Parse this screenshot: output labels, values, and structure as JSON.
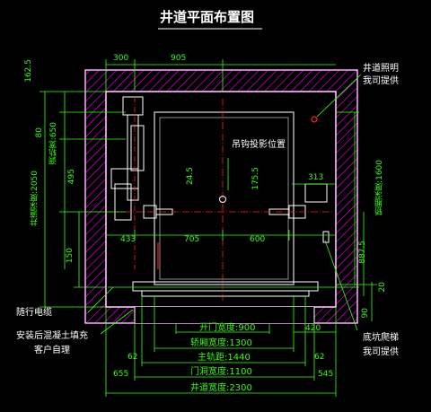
{
  "title": "井道平面布置图",
  "annotations": {
    "shaft_light": "井道照明",
    "shaft_light_sub": "我司提供",
    "hook_position": "吊钩投影位置",
    "traveling_cable": "随行电缆",
    "grout_fill": "安装后混凝土填充",
    "grout_fill_sub": "客户自理",
    "pit_ladder": "底坑爬梯",
    "pit_ladder_sub": "我司提供"
  },
  "dimensions": {
    "top_300": "300",
    "top_905": "905",
    "left_162_5": "162.5",
    "left_80": "80",
    "left_rail_width": "调轨宽:650",
    "left_495": "495",
    "shaft_depth": "井道深度:2050",
    "left_150": "150",
    "mid_24_5": "24.5",
    "mid_175_5": "175.5",
    "right_313": "313",
    "right_car_depth": "轿厢深度:1600",
    "right_887_5": "887.5",
    "right_20": "20",
    "right_90": "90",
    "bottom_433": "433",
    "bottom_705": "705",
    "bottom_600": "600",
    "right_420": "420",
    "door_clear_width": "开门宽度:900",
    "car_width": "轿厢宽度:1300",
    "main_rail": "主轨距:1440",
    "dim_62_left": "62",
    "dim_62_right": "62",
    "door_opening_width": "门洞宽度:1100",
    "dim_655": "655",
    "dim_545": "545",
    "shaft_width": "井道宽度:2300"
  },
  "colors": {
    "wall_hatch": "#ff00ff",
    "dimension": "#39ff14",
    "outline": "#ffffff",
    "centerline": "#ff2020",
    "cabin": "#b0b0b0",
    "background": "#000000"
  }
}
